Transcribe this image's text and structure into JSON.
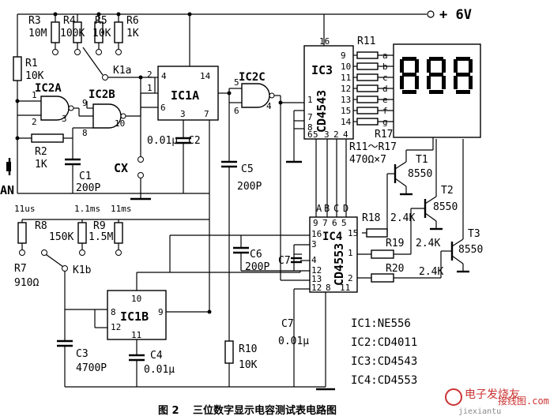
{
  "supply": "+ 6V",
  "chips": {
    "ic1a": "IC1A",
    "ic1b": "IC1B",
    "ic2a": "IC2A",
    "ic2b": "IC2B",
    "ic2c": "IC2C",
    "ic3": "IC3",
    "ic3_part": "CD4543",
    "ic4": "IC4",
    "ic4_part": "CD4553"
  },
  "components": {
    "r1": "R1",
    "r1v": "10K",
    "r2": "R2",
    "r2v": "1K",
    "r3": "R3",
    "r3v": "10M",
    "r4": "R4",
    "r4v": "100K",
    "r5": "R5",
    "r5v": "10K",
    "r6": "R6",
    "r6v": "1K",
    "r7": "R7",
    "r7v": "910Ω",
    "r8": "R8",
    "r8v": "150K",
    "r9": "R9",
    "r9v": "1.5M",
    "r10": "R10",
    "r10v": "10K",
    "r11": "R11",
    "r17": "R17",
    "r11_17": "R11～R17",
    "r11_17v": "470Ω×7",
    "r18": "R18",
    "r18v": "2.4K",
    "r19": "R19",
    "r19v": "2.4K",
    "r20": "R20",
    "r20v": "2.4K",
    "c1": "C1",
    "c1v": "200P",
    "c2": "C2",
    "c2v": "0.01μ",
    "c3": "C3",
    "c3v": "4700P",
    "c4": "C4",
    "c4v": "0.01μ",
    "c5": "C5",
    "c5v": "200P",
    "c6": "C6",
    "c6v": "200P",
    "c7": "C7",
    "c7v": "0.01μ",
    "k1a": "K1a",
    "k1b": "K1b",
    "cx": "CX",
    "an": "AN",
    "t1": "T1",
    "t1v": "8550",
    "t2": "T2",
    "t2v": "8550",
    "t3": "T3",
    "t3v": "8550"
  },
  "ranges": [
    "11us",
    "1.1ms",
    "11ms"
  ],
  "segments": [
    "a",
    "b",
    "c",
    "d",
    "e",
    "f",
    "g"
  ],
  "ic3_pins": [
    "9",
    "10",
    "11",
    "12",
    "13",
    "15",
    "14"
  ],
  "bcd": [
    "A",
    "B",
    "C",
    "D"
  ],
  "legend": [
    "IC1:NE556",
    "IC2:CD4011",
    "IC3:CD4543",
    "IC4:CD4553"
  ],
  "caption": {
    "fig": "图 2",
    "title": "三位数字显示电容测试表电路图"
  },
  "watermark": {
    "line1": "电子发烧友",
    "line2": "接线图.com",
    "line3": "jiexiantu"
  }
}
